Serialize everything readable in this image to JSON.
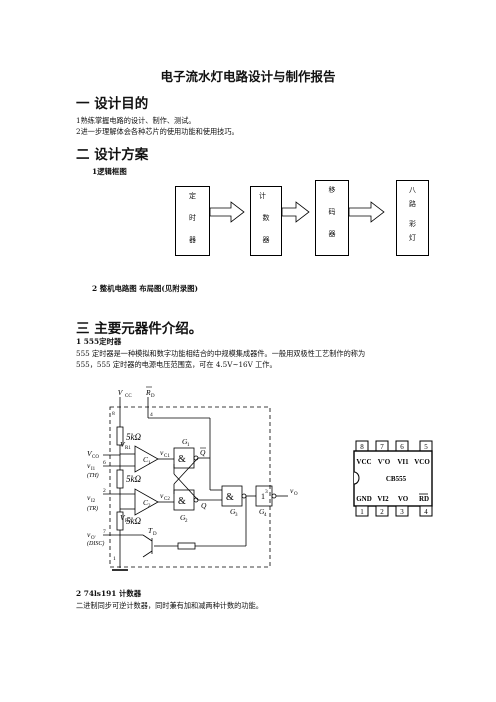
{
  "title": "电子流水灯电路设计与制作报告",
  "section1": {
    "heading": "一   设计目的",
    "lines": [
      "1熟练掌握电路的设计、制作、测试。",
      "2进一步理解体会各种芯片的使用功能和使用技巧。"
    ]
  },
  "section2": {
    "heading": "二  设计方案",
    "sub1": "1逻辑框图",
    "blocks": [
      {
        "chars": [
          "定",
          "时",
          "器"
        ]
      },
      {
        "chars": [
          "计",
          "数",
          "器"
        ]
      },
      {
        "chars": [
          "移",
          "码",
          "器"
        ]
      },
      {
        "chars": [
          "八",
          "路",
          "彩",
          "灯"
        ]
      }
    ],
    "sub2": "2  整机电路图  布局图(见附录图)"
  },
  "section3": {
    "heading": "三  主要元器件介绍。",
    "item1": {
      "title": "1 555定时器",
      "text1": "555 定时器是一种模拟和数字功能相结合的中规模集成器件。一般用双极性工艺制作的称为",
      "text2": "555，555 定时器的电源电压范围宽，可在  4.5V~16V  工作。"
    },
    "item2": {
      "title": "2 74ls191  计数器",
      "text": "二进制同步可逆计数器，同时兼有加和减两种计数的功能。"
    }
  },
  "schematic": {
    "vcc": "V",
    "vcc_sub": "CC",
    "rd": "R",
    "rd_sub": "D",
    "pins": [
      "8",
      "4",
      "5",
      "6",
      "2",
      "7",
      "1",
      "3"
    ],
    "res": "5kΩ",
    "c1": "C",
    "c1s": "1",
    "c2": "C",
    "c2s": "2",
    "vr1": "V",
    "vr1s": "R1",
    "vr2": "V",
    "vr2s": "R2",
    "vco": "V",
    "vcos": "CO",
    "vi1": "v",
    "vi1s": "I1",
    "th": "(TH)",
    "vi2": "v",
    "vi2s": "I2",
    "tr": "(TR)",
    "vop": "v",
    "vops": "O'",
    "disc": "(DISC)",
    "vc1": "v",
    "vc1s": "C1",
    "vc2": "v",
    "vc2s": "C2",
    "amp": "&",
    "g1": "G",
    "g1s": "1",
    "g2": "G",
    "g2s": "2",
    "g3": "G",
    "g3s": "3",
    "g4": "G",
    "g4s": "4",
    "q": "Q",
    "qbar": "Q",
    "one": "1",
    "td": "T",
    "tds": "D",
    "vo": "v",
    "vos": "O"
  },
  "chip": {
    "top_pins": [
      "8",
      "7",
      "6",
      "5"
    ],
    "top_labels": [
      "VCC",
      "V'O",
      "VI1",
      "VCO"
    ],
    "name": "CB555",
    "bottom_labels": [
      "GND",
      "VI2",
      "VO",
      "RD"
    ],
    "bottom_pins": [
      "1",
      "2",
      "3",
      "4"
    ]
  }
}
